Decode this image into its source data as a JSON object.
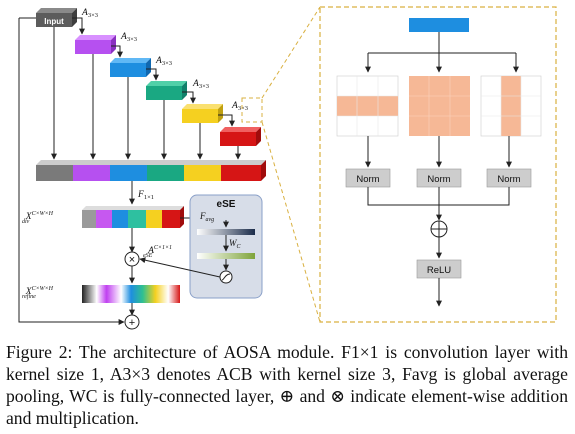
{
  "figure": {
    "input_label": "Input",
    "a3x3_label": "A",
    "a3x3_sub": "3×3",
    "f1x1_label": "F",
    "f1x1_sub": "1×1",
    "ese_title": "eSE",
    "favg_label": "F",
    "favg_sub": "avg",
    "wc_label": "W",
    "wc_sub": "C",
    "a_ese_label": "A",
    "a_ese_sup": "C×1×1",
    "a_ese_sub": "eSE",
    "x_div_label": "X",
    "x_div_sup": "C×W×H",
    "x_div_sub": "div",
    "x_refine_label": "X",
    "x_refine_sup": "C×W×H",
    "x_refine_sub": "refine",
    "norm_label": "Norm",
    "relu_label": "ReLU",
    "multiply_symbol": "×",
    "add_symbol": "+",
    "oplus_symbol": "⊕"
  },
  "caption": {
    "line1": "Figure 2: The architecture of AOSA module. F1×1 is convolution",
    "line2": "layer with kernel size 1, A3×3 denotes ACB with kernel size 3, Favg",
    "line3": "is global average pooling, WC is fully-connected layer, ⊕ and ⊗",
    "line4": "indicate element-wise addition and multiplication."
  },
  "colors": {
    "purple": "#b650f0",
    "blue": "#1e8ee0",
    "green": "#1aa882",
    "yellow": "#f5d020",
    "red": "#d61515",
    "gray": "#7a7a7a",
    "panel_border": "#d9b040",
    "ese_bg": "#d7dde8",
    "peach": "#f6b896"
  }
}
